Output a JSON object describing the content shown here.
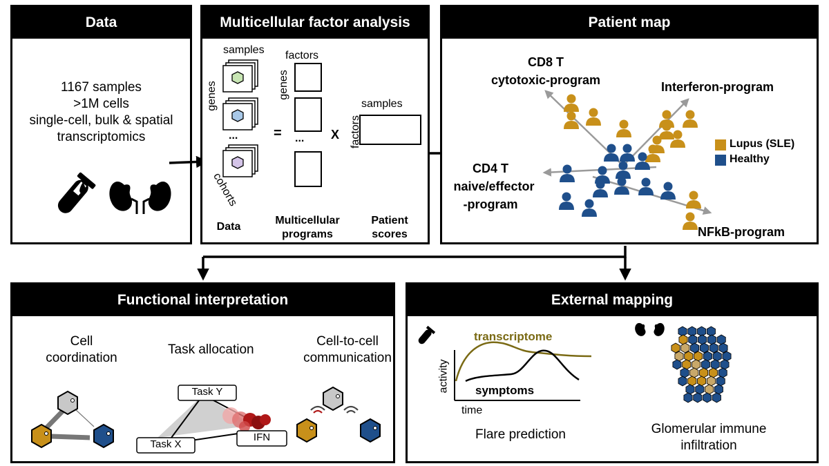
{
  "panels": {
    "data": {
      "title": "Data",
      "lines": [
        "1167 samples",
        ">1M cells",
        "single-cell, bulk & spatial",
        "transcriptomics"
      ]
    },
    "mfa": {
      "title": "Multicellular factor analysis",
      "samples_label": "samples",
      "genes_label": "genes",
      "cohorts_label": "cohorts",
      "dots": "...",
      "factors_label": "factors",
      "genes_label_2": "genes",
      "equals": "=",
      "times": "X",
      "samples_label_2": "samples",
      "factors_label_2": "factors",
      "captions": [
        "Data",
        "Multicellular programs",
        "Patient scores"
      ]
    },
    "patient_map": {
      "title": "Patient map",
      "cd8_lines": [
        "CD8 T",
        "cytotoxic-program"
      ],
      "interferon": "Interferon-program",
      "cd4_lines": [
        "CD4 T",
        "naive/effector",
        "-program"
      ],
      "nfkb": "NFkB-program",
      "legend": [
        {
          "label": "Lupus (SLE)",
          "color": "#c8901a"
        },
        {
          "label": "Healthy",
          "color": "#1f4f8b"
        }
      ]
    },
    "functional": {
      "title": "Functional interpretation",
      "cell_coordination_lines": [
        "Cell",
        "coordination"
      ],
      "task_allocation": "Task allocation",
      "task_y": "Task Y",
      "task_x": "Task X",
      "ifn": "IFN",
      "communication_lines": [
        "Cell-to-cell",
        "communication"
      ]
    },
    "external": {
      "title": "External mapping",
      "transcriptome": "transcriptome",
      "symptoms": "symptoms",
      "activity": "activity",
      "time": "time",
      "flare_prediction": "Flare prediction",
      "glomerular_lines": [
        "Glomerular immune",
        "infiltration"
      ]
    }
  },
  "colors": {
    "lupus": "#c8901a",
    "healthy": "#1f4f8b",
    "grey_cell": "#c8c8c8",
    "transcriptome_line": "#7a6a14",
    "ifn_red": "#b01818"
  }
}
